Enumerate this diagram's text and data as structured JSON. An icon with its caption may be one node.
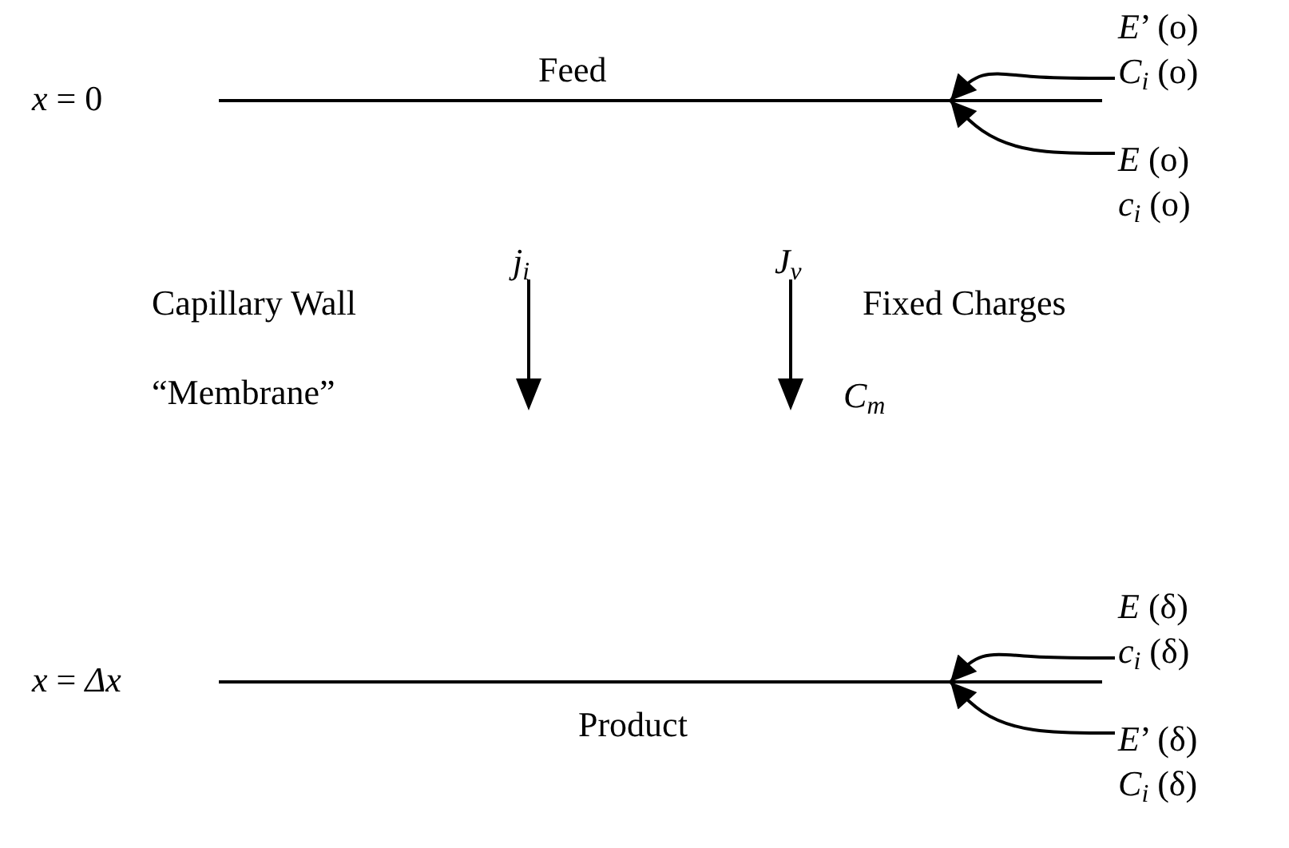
{
  "diagram": {
    "nodes": [
      {
        "text": [
          "Feed"
        ],
        "beside": [
          "*x* = 0"
        ]
      },
      {
        "text": [
          "*E*’ (o)",
          "*C*$_{i}$ (o)"
        ]
      },
      {
        "text": [
          "*E* (o)",
          "*c*$_{i}$ (o)"
        ]
      },
      {
        "text": [
          "Product"
        ],
        "beside": [
          "*x* = *Δx*"
        ]
      },
      {
        "text": [
          "*E* (δ)",
          "*c*$_{i}$ (δ)"
        ]
      },
      {
        "text": [
          "*E*’ (δ)",
          "*C*$_{i}$ (δ)"
        ]
      }
    ],
    "edges": [
      {
        "from": 1,
        "to": 0,
        "arrow": "to"
      },
      {
        "from": 2,
        "to": 0,
        "arrow": "to"
      },
      {
        "from": 4,
        "to": 3,
        "arrow": "to"
      },
      {
        "from": 5,
        "to": 3,
        "arrow": "to"
      }
    ],
    "labels": [
      "*j*$_{i}$",
      "*J*$_{v}$",
      "Capillary Wall",
      "Fixed Charges",
      "“Membrane”",
      "*C*$_{m}$"
    ]
  }
}
